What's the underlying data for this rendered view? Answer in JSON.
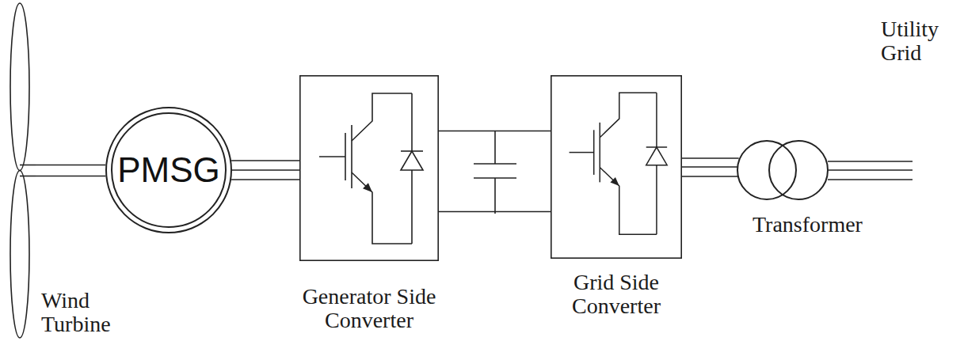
{
  "diagram": {
    "nodes": [
      {
        "text": [
          "Wind Turbine"
        ]
      },
      {
        "text": [
          "PMSG"
        ]
      },
      {
        "text": [
          "Generator Side Converter"
        ]
      },
      {
        "text": [
          "Grid Side Converter"
        ]
      },
      {
        "text": [
          "Transformer"
        ]
      }
    ],
    "edges": [
      {
        "from": 0,
        "to": 1,
        "arrow": "none"
      },
      {
        "from": 1,
        "to": 2,
        "arrow": "none"
      },
      {
        "from": 2,
        "to": 3,
        "arrow": "none"
      },
      {
        "from": 3,
        "to": 4,
        "arrow": "none"
      }
    ],
    "labels": [
      "Utility Grid"
    ]
  }
}
